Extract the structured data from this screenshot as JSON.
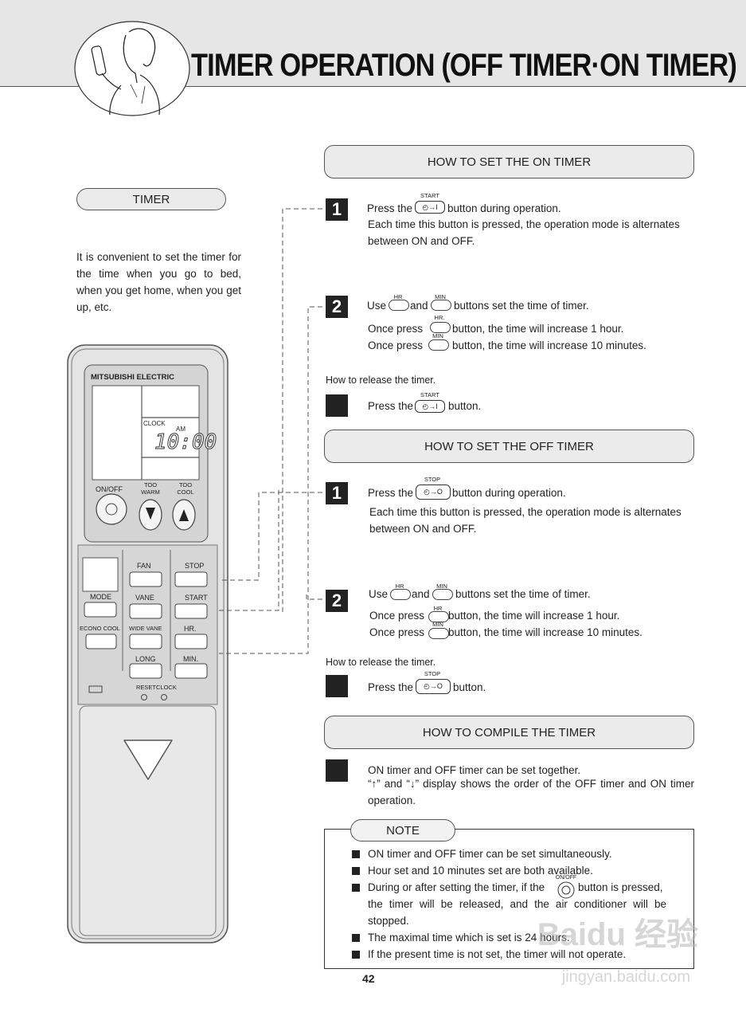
{
  "title": "TIMER OPERATION (OFF TIMER·ON TIMER)",
  "timer_pill": "TIMER",
  "intro": "It is convenient to set the timer for the time when you go to bed, when you get home, when you get up, etc.",
  "remote": {
    "brand": "MITSUBISHI ELECTRIC",
    "clock_label": "CLOCK",
    "am_label": "AM",
    "time_display": "10:00",
    "on_off": "ON/OFF",
    "too_warm": "TOO WARM",
    "too_cool": "TOO COOL",
    "fan": "FAN",
    "stop": "STOP",
    "mode": "MODE",
    "vane": "VANE",
    "start": "START",
    "econo_cool": "ECONO COOL",
    "wide_vane": "WIDE VANE",
    "hr": "HR.",
    "long": "LONG",
    "min": "MIN.",
    "reset": "RESET",
    "clock": "CLOCK"
  },
  "on_timer": {
    "header": "HOW TO SET THE ON TIMER",
    "step1_num": "1",
    "step1_press": "Press the",
    "step1_btn_label": "START",
    "step1_after": "button during operation.",
    "step1_detail": "Each time this button is pressed, the operation mode is alternates between ON and OFF.",
    "step2_num": "2",
    "step2_use": "Use",
    "step2_and": "and",
    "step2_after": "buttons set the time of timer.",
    "hr_tag": "HR",
    "min_tag": "MIN",
    "hr_tag_dot": "HR.",
    "once_press": "Once press",
    "hr_line_after": "button, the time will increase 1 hour.",
    "min_line_after": "button, the time will increase 10 minutes.",
    "release": "How to release the timer.",
    "release_press": "Press the",
    "release_after": "button."
  },
  "off_timer": {
    "header": "HOW TO SET THE OFF TIMER",
    "step1_num": "1",
    "step1_press": "Press the",
    "step1_btn_label": "STOP",
    "step1_after": "button during operation.",
    "step1_detail": "Each time this button is pressed, the operation mode is alternates between ON and OFF.",
    "step2_num": "2",
    "step2_use": "Use",
    "step2_and": "and",
    "step2_after": "buttons set the time of timer.",
    "hr_tag": "HR",
    "min_tag": "MIN",
    "once_press": "Once press",
    "hr_line_after": "button, the time will increase 1 hour.",
    "min_line_after": "button, the time will increase 10 minutes.",
    "release": "How to release the timer.",
    "release_press": "Press the",
    "release_after": "button."
  },
  "compile": {
    "header": "HOW TO COMPILE THE TIMER",
    "line1": "ON timer and OFF timer can be set together.",
    "line2": "“↑” and “↓” display shows the order of the OFF timer and ON timer operation."
  },
  "note": {
    "label": "NOTE",
    "item1": "ON timer and OFF timer can be set simultaneously.",
    "item2": "Hour set and 10 minutes set are both available.",
    "item3_a": "During or after setting the timer, if the",
    "item3_btn": "ON/OFF",
    "item3_b": "button is pressed,",
    "item3_c": "the timer will be released, and the air conditioner will be stopped.",
    "item4": "The maximal time which is set is 24 hours.",
    "item5": "If the present time is not set, the timer will not operate."
  },
  "page_number": "42",
  "watermark": "Baidu 经验",
  "watermark_url": "jingyan.baidu.com"
}
